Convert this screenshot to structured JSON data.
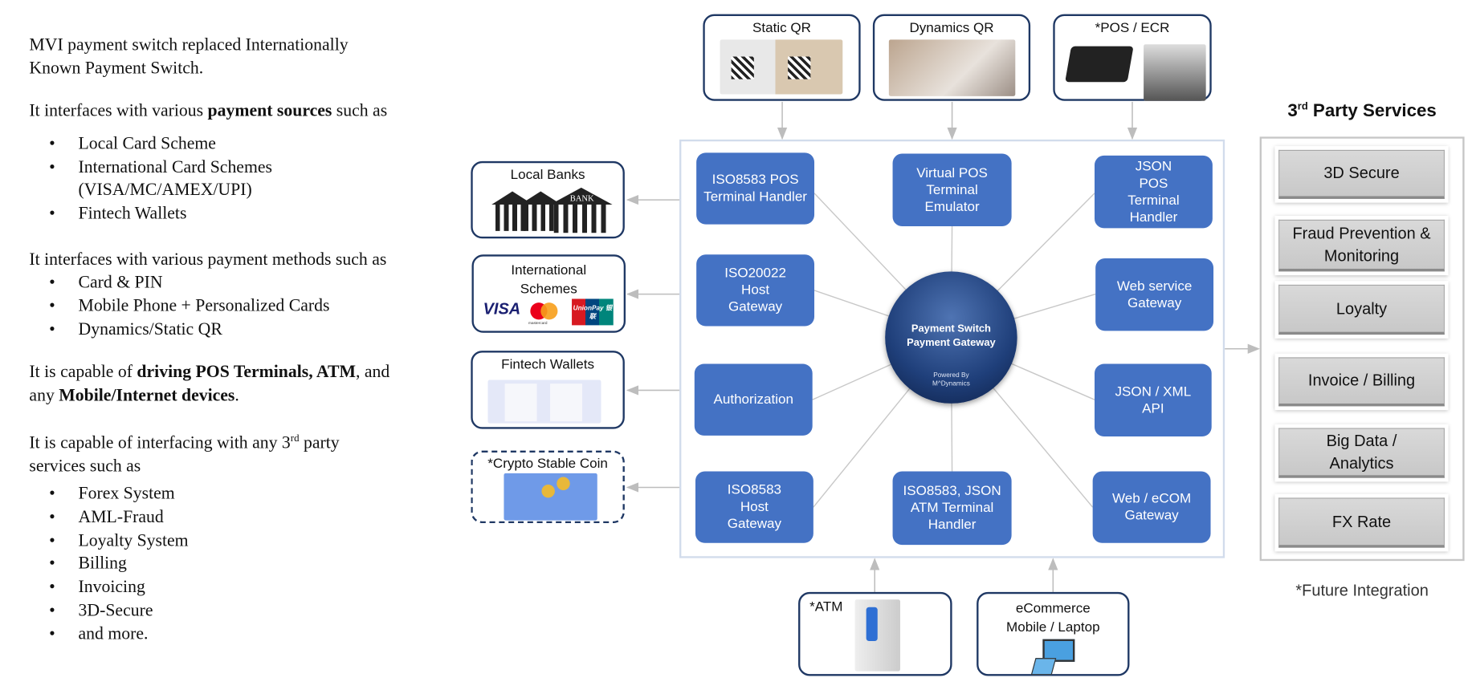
{
  "left_text": {
    "intro": [
      "MVI payment switch replaced Internationally",
      "Known Payment Switch."
    ],
    "sources_pre": "It interfaces with various ",
    "sources_bold": "payment sources",
    "sources_post": " such as",
    "sources": [
      "Local Card Scheme",
      "International Card Schemes",
      "(VISA/MC/AMEX/UPI)",
      "Fintech Wallets"
    ],
    "methods_intro": "It interfaces with various payment methods such as",
    "methods": [
      "Card & PIN",
      "Mobile Phone + Personalized Cards",
      "Dynamics/Static QR"
    ],
    "driving_pre": "It is capable of ",
    "driving_bold": "driving POS Terminals, ATM",
    ",": "",
    "driving_post": ", and",
    "driving_l2_pre": "any ",
    "driving_l2_bold": "Mobile/Internet devices",
    "driving_l2_post": ".",
    "third_pre": "It is capable of interfacing with any 3",
    "third_sup": "rd",
    "third_post": " party",
    "third_l2": "services such as",
    "services": [
      "Forex System",
      "AML-Fraud",
      "Loyalty System",
      "Billing",
      "Invoicing",
      "3D-Secure",
      "and more."
    ]
  },
  "top_sources": [
    "Static QR",
    "Dynamics QR",
    "*POS / ECR"
  ],
  "left_targets": [
    "Local Banks",
    "International Schemes",
    "Fintech Wallets",
    "*Crypto Stable Coin"
  ],
  "bottom_sources": [
    "*ATM",
    "eCommerce Mobile / Laptop"
  ],
  "modules": {
    "iso8583_pos": "ISO8583 POS Terminal Handler",
    "virtual_pos": "Virtual POS Terminal Emulator",
    "json_pos": "JSON POS Terminal Handler",
    "iso20022": "ISO20022 Host Gateway",
    "web_service": "Web service Gateway",
    "authorization": "Authorization",
    "json_xml": "JSON / XML API",
    "iso8583_host": "ISO8583 Host Gateway",
    "iso8583_atm": "ISO8583, JSON ATM Terminal Handler",
    "web_ecom": "Web / eCOM Gateway"
  },
  "hub": {
    "line1": "Payment Switch",
    "line2": "Payment Gateway",
    "powered1": "Powered By",
    "powered2": "M^Dynamics"
  },
  "third_party": {
    "title": "3",
    "title_sup": "rd",
    "title_rest": " Party Services",
    "items": [
      "3D Secure",
      "Fraud Prevention & Monitoring",
      "Loyalty",
      "Invoice / Billing",
      "Big Data / Analytics",
      "FX Rate"
    ]
  },
  "footnote": "*Future Integration",
  "logos": {
    "visa": "VISA",
    "mastercard": "mastercard",
    "unionpay": "UnionPay 银联",
    "bank": "BANK"
  },
  "colors": {
    "module_blue": "#4472c4",
    "border_navy": "#1f3864",
    "service_gray": "#d0d0d0"
  }
}
